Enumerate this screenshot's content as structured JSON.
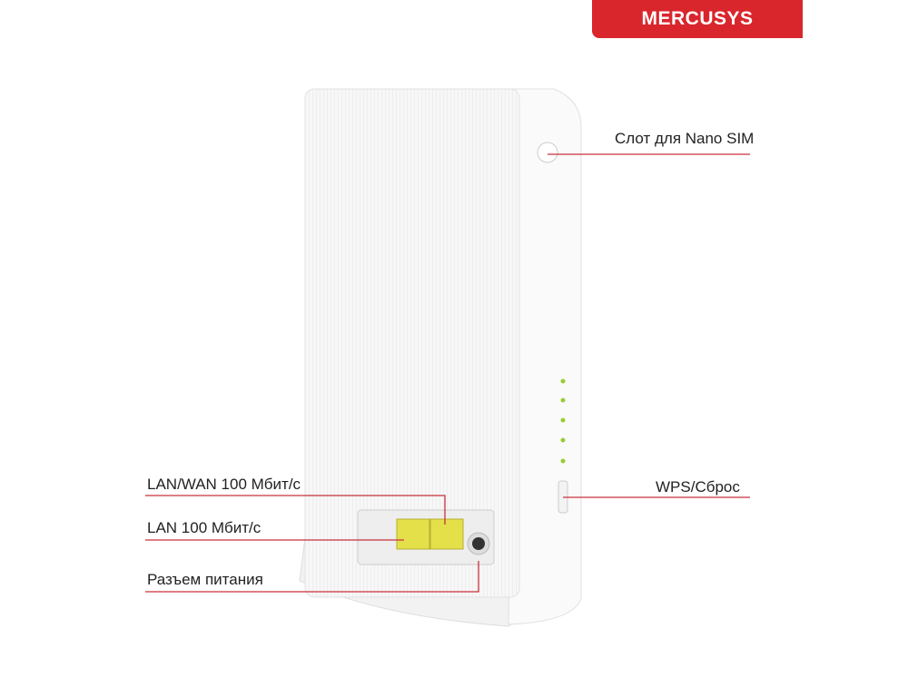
{
  "brand": {
    "logo": "MERCUSYS",
    "color": "#d9262c"
  },
  "callouts": {
    "sim": "Слот для Nano SIM",
    "wps": "WPS/Сброс",
    "lanwan": "LAN/WAN 100 Мбит/с",
    "lan": "LAN 100 Мбит/с",
    "power": "Разъем питания"
  },
  "line_color": "#c9313c"
}
